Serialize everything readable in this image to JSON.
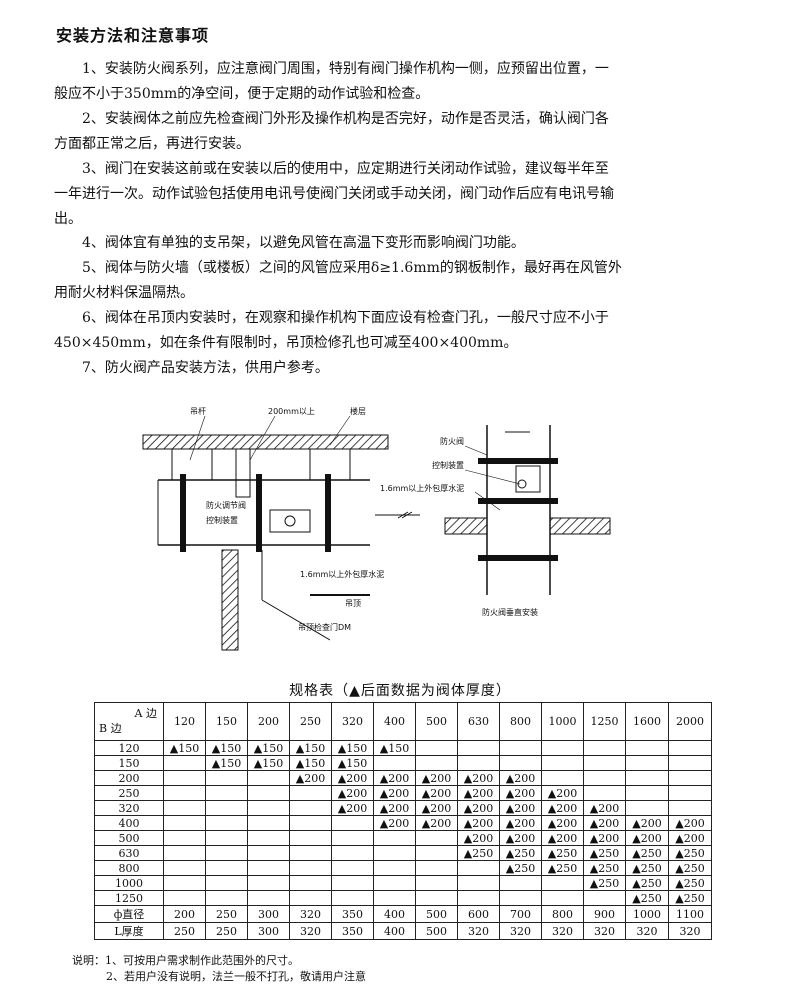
{
  "heading": "安装方法和注意事项",
  "paragraphs": [
    [
      "　　1、安装防火阀系列，应注意阀门周围，特别有阀门操作机构一侧，应预留出位置，一",
      "般应不小于350mm的净空间，便于定期的动作试验和检查。"
    ],
    [
      "　　2、安装阀体之前应先检查阀门外形及操作机构是否完好，动作是否灵活，确认阀门各",
      "方面都正常之后，再进行安装。"
    ],
    [
      "　　3、阀门在安装这前或在安装以后的使用中，应定期进行关闭动作试验，建议每半年至",
      "一年进行一次。动作试验包括使用电讯号使阀门关闭或手动关闭，阀门动作后应有电讯号输",
      "出。"
    ],
    [
      "　　4、阀体宜有单独的支吊架，以避免风管在高温下变形而影响阀门功能。"
    ],
    [
      "　　5、阀体与防火墙（或楼板）之间的风管应采用δ≥1.6mm的钢板制作，最好再在风管外",
      "用耐火材料保温隔热。"
    ],
    [
      "　　6、阀体在吊顶内安装时，在观察和操作机构下面应设有检查门孔，一般尺寸应不小于",
      "450×450mm，如在条件有限制时，吊顶检修孔也可减至400×400mm。"
    ],
    [
      "　　7、防火阀产品安装方法，供用户参考。"
    ]
  ],
  "figure": {
    "left_labels": {
      "hanger_rod": "吊杆",
      "clearance": "200mm以上",
      "floor": "楼层",
      "damper": "防火调节阀",
      "control": "控制装置",
      "wrap": "1.6mm以上外包厚水泥",
      "ceiling": "吊顶",
      "access_door": "吊顶检查门DM"
    },
    "right_labels": {
      "damper": "防火阀",
      "control": "控制装置",
      "wrap": "1.6mm以上外包厚水泥",
      "caption": "防火阀垂直安装"
    }
  },
  "spec_table": {
    "caption": "规格表（▲后面数据为阀体厚度）",
    "corner_a": "A 边",
    "corner_b": "B 边",
    "a_sizes": [
      "120",
      "150",
      "200",
      "250",
      "320",
      "400",
      "500",
      "630",
      "800",
      "1000",
      "1250",
      "1600",
      "2000"
    ],
    "rows": [
      {
        "b": "120",
        "cells": [
          "▲150",
          "▲150",
          "▲150",
          "▲150",
          "▲150",
          "▲150",
          "",
          "",
          "",
          "",
          "",
          "",
          ""
        ]
      },
      {
        "b": "150",
        "cells": [
          "",
          "▲150",
          "▲150",
          "▲150",
          "▲150",
          "",
          "",
          "",
          "",
          "",
          "",
          "",
          ""
        ]
      },
      {
        "b": "200",
        "cells": [
          "",
          "",
          "",
          "▲200",
          "▲200",
          "▲200",
          "▲200",
          "▲200",
          "▲200",
          "",
          "",
          "",
          ""
        ]
      },
      {
        "b": "250",
        "cells": [
          "",
          "",
          "",
          "",
          "▲200",
          "▲200",
          "▲200",
          "▲200",
          "▲200",
          "▲200",
          "",
          "",
          ""
        ]
      },
      {
        "b": "320",
        "cells": [
          "",
          "",
          "",
          "",
          "▲200",
          "▲200",
          "▲200",
          "▲200",
          "▲200",
          "▲200",
          "▲200",
          "",
          ""
        ]
      },
      {
        "b": "400",
        "cells": [
          "",
          "",
          "",
          "",
          "",
          "▲200",
          "▲200",
          "▲200",
          "▲200",
          "▲200",
          "▲200",
          "▲200",
          "▲200"
        ]
      },
      {
        "b": "500",
        "cells": [
          "",
          "",
          "",
          "",
          "",
          "",
          "",
          "▲200",
          "▲200",
          "▲200",
          "▲200",
          "▲200",
          "▲200"
        ]
      },
      {
        "b": "630",
        "cells": [
          "",
          "",
          "",
          "",
          "",
          "",
          "",
          "▲250",
          "▲250",
          "▲250",
          "▲250",
          "▲250",
          "▲250"
        ]
      },
      {
        "b": "800",
        "cells": [
          "",
          "",
          "",
          "",
          "",
          "",
          "",
          "",
          "▲250",
          "▲250",
          "▲250",
          "▲250",
          "▲250"
        ]
      },
      {
        "b": "1000",
        "cells": [
          "",
          "",
          "",
          "",
          "",
          "",
          "",
          "",
          "",
          "",
          "▲250",
          "▲250",
          "▲250"
        ]
      },
      {
        "b": "1250",
        "cells": [
          "",
          "",
          "",
          "",
          "",
          "",
          "",
          "",
          "",
          "",
          "",
          "▲250",
          "▲250"
        ]
      }
    ],
    "diameter_label": "ф直径",
    "diameter": [
      "200",
      "250",
      "300",
      "320",
      "350",
      "400",
      "500",
      "600",
      "700",
      "800",
      "900",
      "1000",
      "1100"
    ],
    "thickness_label": "L厚度",
    "thickness": [
      "250",
      "250",
      "300",
      "320",
      "350",
      "400",
      "500",
      "320",
      "320",
      "320",
      "320",
      "320",
      "320"
    ]
  },
  "notes": [
    "说明：1、可按用户需求制作此范围外的尺寸。",
    "2、若用户没有说明，法兰一般不打孔，敬请用户注意"
  ]
}
